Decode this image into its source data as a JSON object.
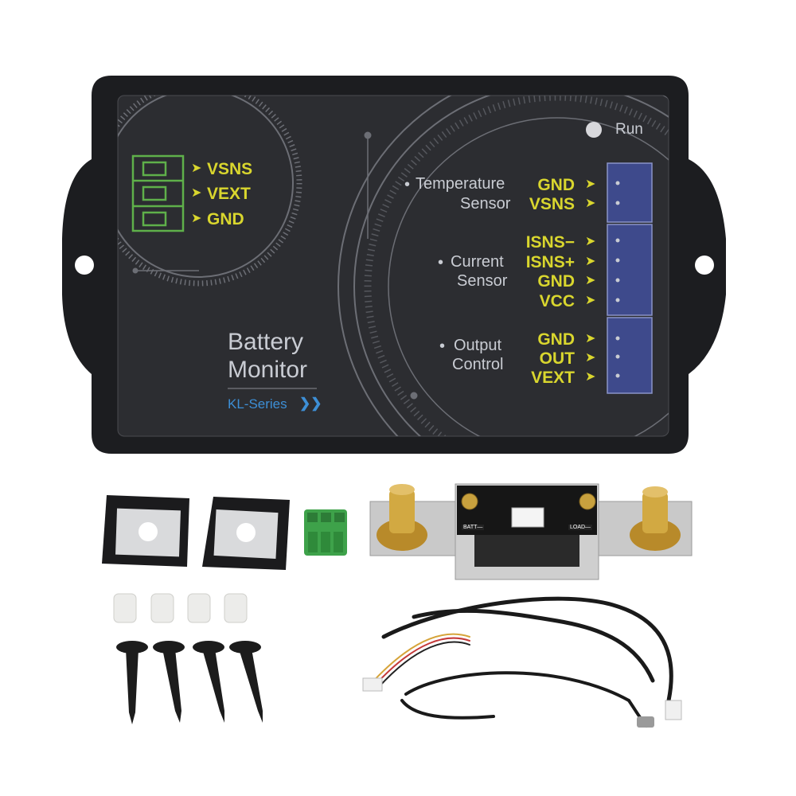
{
  "device": {
    "status_led_label": "Run",
    "left_terminal_labels": [
      "VSNS",
      "VEXT",
      "GND"
    ],
    "temperature_sensor": {
      "label_line1": "Temperature",
      "label_line2": "Sensor",
      "pins": [
        "GND",
        "VSNS"
      ]
    },
    "current_sensor": {
      "label_line1": "Current",
      "label_line2": "Sensor",
      "pins": [
        "ISNS−",
        "ISNS+",
        "GND",
        "VCC"
      ]
    },
    "output_control": {
      "label_line1": "Output",
      "label_line2": "Control",
      "pins": [
        "GND",
        "OUT",
        "VEXT"
      ]
    },
    "product_name_line1": "Battery",
    "product_name_line2": "Monitor",
    "series": "KL-Series",
    "series_chevrons": "❯❯"
  },
  "shunt": {
    "left_label": "BATT—",
    "right_label": "LOAD—"
  },
  "accessories": {
    "adhesive_pads": 2,
    "green_terminal_block": 1,
    "plastic_spacers": 4,
    "screws": 4,
    "sensor_cables": 2
  },
  "colors": {
    "panel": "#2c2d31",
    "enclosure": "#1c1d20",
    "label_yellow": "#d9d62e",
    "label_gray": "#c9ccd3",
    "series_blue": "#3d8fd6",
    "connector_blue": "#3e4a8c",
    "terminal_green": "#5fb04a"
  }
}
